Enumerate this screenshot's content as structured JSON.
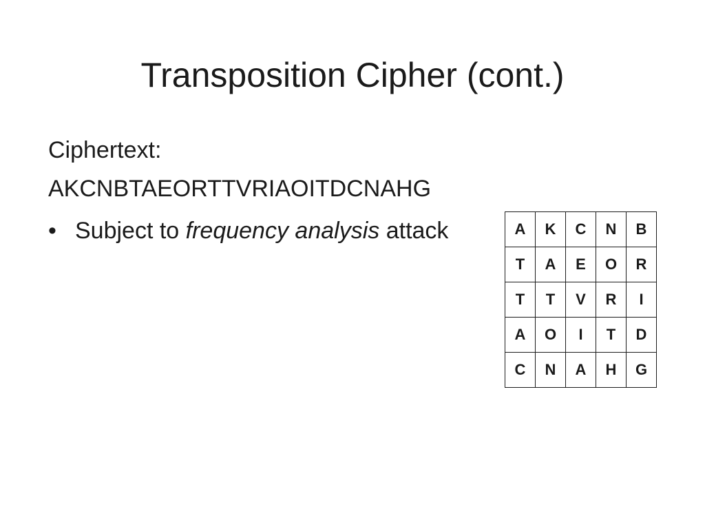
{
  "slide": {
    "title": "Transposition Cipher (cont.)",
    "label": "Ciphertext:",
    "ciphertext": "AKCNBTAEORTTVRIAOITDCNAHG",
    "bullet": {
      "marker": "•",
      "prefix": "Subject to ",
      "emphasis": "frequency analysis",
      "suffix": " attack"
    }
  },
  "grid": {
    "rows": [
      [
        "A",
        "K",
        "C",
        "N",
        "B"
      ],
      [
        "T",
        "A",
        "E",
        "O",
        "R"
      ],
      [
        "T",
        "T",
        "V",
        "R",
        "I"
      ],
      [
        "A",
        "O",
        "I",
        "T",
        "D"
      ],
      [
        "C",
        "N",
        "A",
        "H",
        "G"
      ]
    ]
  }
}
